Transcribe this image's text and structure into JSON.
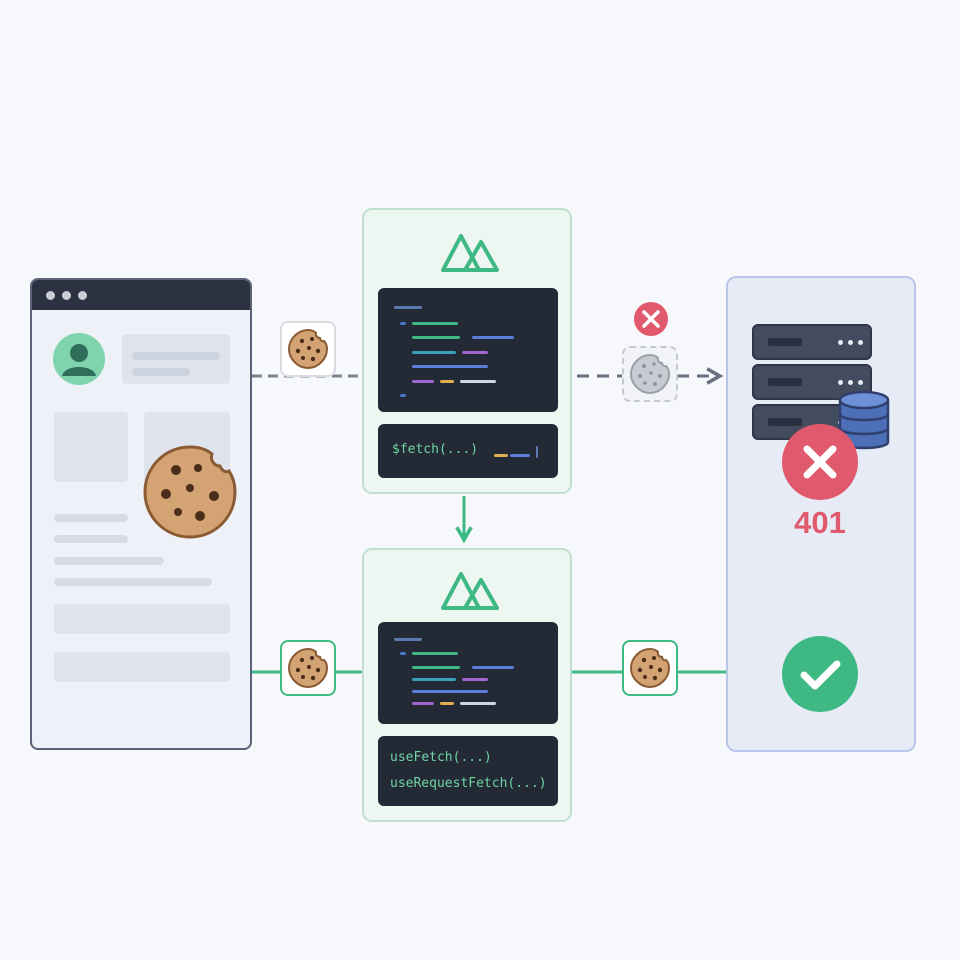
{
  "top_panel": {
    "call": "$fetch(...)"
  },
  "bottom_panel": {
    "call_1": "useFetch(...)",
    "call_2": "useRequestFetch(...)"
  },
  "server": {
    "error_status": "401"
  },
  "colors": {
    "success": "#3fb984",
    "error": "#e1596d",
    "blocked_arrow": "#6b7080",
    "nuxt_green": "#3fb984",
    "cookie": "#d4a373"
  },
  "icons": [
    "nuxt-logo-icon",
    "cookie-icon",
    "server-icon",
    "database-icon",
    "error-x-icon",
    "success-check-icon",
    "user-avatar-icon"
  ]
}
